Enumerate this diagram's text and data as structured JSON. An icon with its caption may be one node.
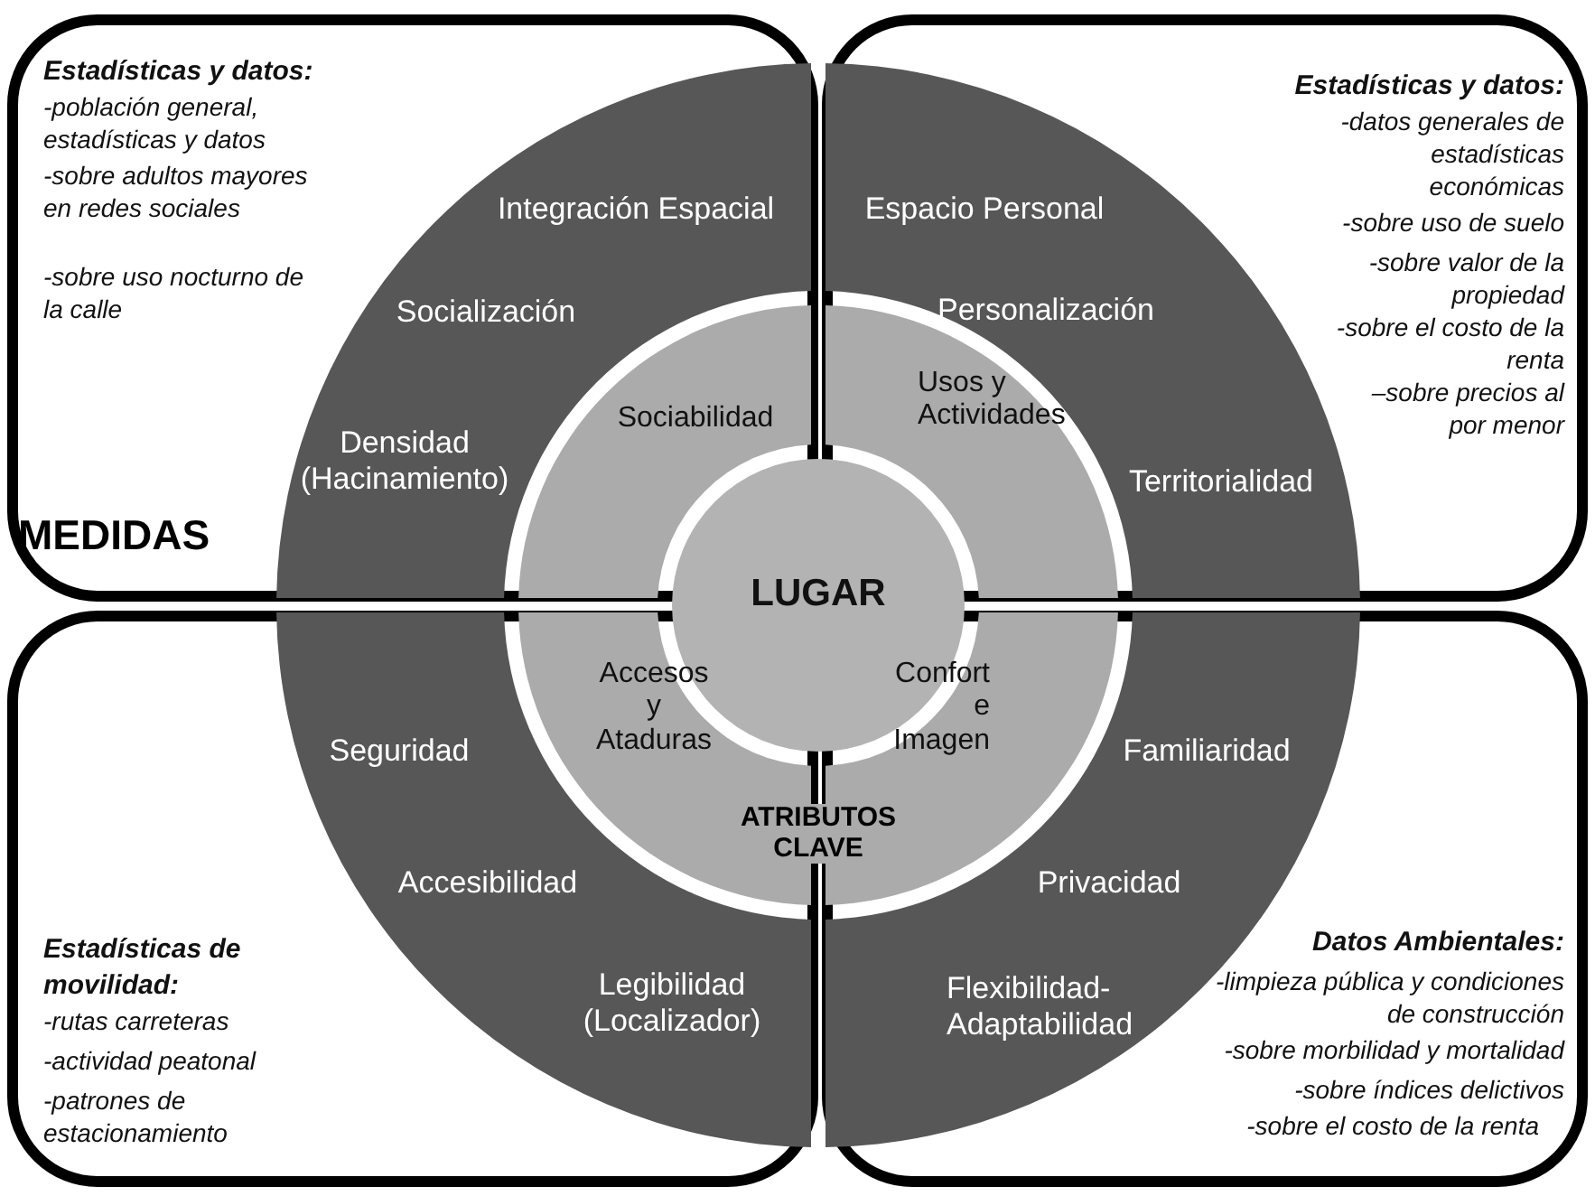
{
  "diagram": {
    "nodes": [
      {
        "text": [
          "Estadísticas y datos:",
          "-población general, estadísticas y datos",
          "-sobre adultos mayores en redes sociales",
          "-sobre uso nocturno de la calle"
        ]
      },
      {
        "text": [
          "Estadísticas y datos:",
          "-datos generales de estadísticas económicas",
          "-sobre uso de suelo",
          "-sobre valor de la propiedad",
          "-sobre el costo de la renta",
          "–sobre precios al por menor"
        ]
      },
      {
        "text": [
          "Estadísticas de movilidad:",
          "-rutas carreteras",
          "-actividad peatonal",
          "-patrones de estacionamiento"
        ]
      },
      {
        "text": [
          "Datos Ambientales:",
          "-limpieza pública y condiciones de construcción",
          "-sobre morbilidad y mortalidad",
          "-sobre índices delictivos",
          "-sobre el costo de la renta"
        ]
      },
      {
        "text": [
          "Integración Espacial",
          "Socialización",
          "Densidad (Hacinamiento)"
        ],
        "in": 0
      },
      {
        "text": [
          "Espacio Personal",
          "Personalización",
          "Territorialidad"
        ],
        "in": 1
      },
      {
        "text": [
          "Seguridad",
          "Accesibilidad",
          "Legibilidad (Localizador)"
        ],
        "in": 2
      },
      {
        "text": [
          "Familiaridad",
          "Privacidad",
          "Flexibilidad- Adaptabilidad"
        ],
        "in": 3
      },
      {
        "text": [
          "Sociabilidad"
        ],
        "in": 0
      },
      {
        "text": [
          "Usos y Actividades"
        ],
        "in": 1
      },
      {
        "text": [
          "Accesos y Ataduras"
        ],
        "in": 2
      },
      {
        "text": [
          "Confort e Imagen"
        ],
        "in": 3
      },
      {
        "text": [
          "LUGAR"
        ]
      }
    ],
    "labels": [
      "MEDIDAS",
      "ATRIBUTOS CLAVE"
    ]
  }
}
